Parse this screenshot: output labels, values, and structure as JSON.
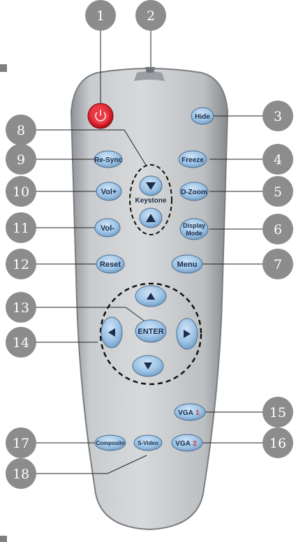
{
  "buttons": {
    "power": {
      "label": ""
    },
    "hide": {
      "label": "Hide"
    },
    "resync": {
      "label": "Re-Sync"
    },
    "freeze": {
      "label": "Freeze"
    },
    "vol_up": {
      "label": "Vol+"
    },
    "dzoom": {
      "label": "D-Zoom"
    },
    "vol_down": {
      "label": "Vol-"
    },
    "display_mode": {
      "label_line1": "Display",
      "label_line2": "Mode"
    },
    "reset": {
      "label": "Reset"
    },
    "menu": {
      "label": "Menu"
    },
    "enter": {
      "label": "ENTER"
    },
    "vga1": {
      "label": "VGA",
      "number": "1"
    },
    "composite": {
      "label": "Composite"
    },
    "svideo": {
      "label": "S-Video"
    },
    "vga2": {
      "label": "VGA",
      "number": "2"
    }
  },
  "keystone_label": "Keystone",
  "callouts": [
    "1",
    "2",
    "3",
    "4",
    "5",
    "6",
    "7",
    "8",
    "9",
    "10",
    "11",
    "12",
    "13",
    "14",
    "15",
    "16",
    "17",
    "18"
  ],
  "colors": {
    "callout_fill": "#8c8c8c",
    "button_blue": "#9cc3e6",
    "button_text": "#1b2d48",
    "body_silver": "#b9bcbf",
    "power_red": "#e0202c",
    "vga_number_red": "#d23a3a"
  }
}
